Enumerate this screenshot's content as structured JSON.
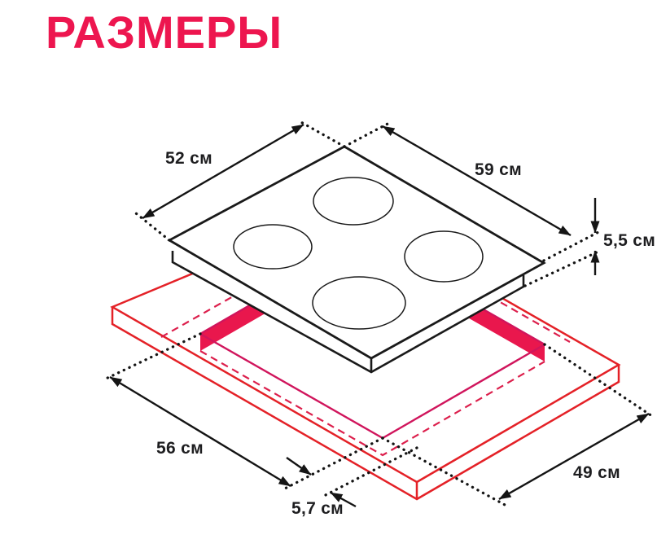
{
  "title": "РАЗМЕРЫ",
  "diagram": {
    "description": "isometric drawing of a 4-burner cooktop hovering above a countertop with a red cutout opening",
    "burner_count": 4,
    "labels": {
      "cooktop_width": "52 см",
      "cooktop_depth": "59 см",
      "cooktop_height": "5,5 см",
      "cutout_width": "56 см",
      "cutout_depth": "49 см",
      "cutout_front_offset": "5,7 см"
    }
  },
  "colors": {
    "title_accent": "#ED164F",
    "countertop_red": "#E42127",
    "cutout_crimson": "#D0155C",
    "cutout_wall_fill": "#E9174D",
    "dashed_red": "#DC1F4C",
    "line_black": "#1A1A1A"
  }
}
